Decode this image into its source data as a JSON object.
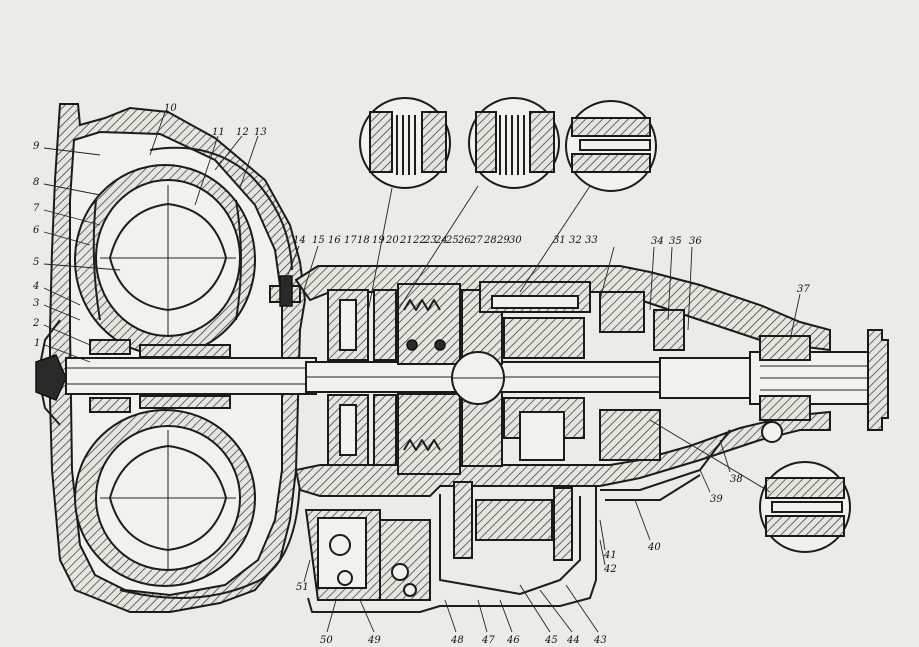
{
  "labels": {
    "n1": "1",
    "n2": "2",
    "n3": "3",
    "n4": "4",
    "n5": "5",
    "n6": "6",
    "n7": "7",
    "n8": "8",
    "n9": "9",
    "n10": "10",
    "n11": "11",
    "n12": "12",
    "n13": "13",
    "n14": "14",
    "n15": "15",
    "n16": "16",
    "n17": "17",
    "n18": "18",
    "n19": "19",
    "n20": "20",
    "n21": "21",
    "n22": "22",
    "n23": "23",
    "n24": "24",
    "n25": "25",
    "n26": "26",
    "n27": "27",
    "n28": "28",
    "n29": "29",
    "n30": "30",
    "n31": "31",
    "n32": "32",
    "n33": "33",
    "n34": "34",
    "n35": "35",
    "n36": "36",
    "n37": "37",
    "n38": "38",
    "n39": "39",
    "n40": "40",
    "n41": "41",
    "n42": "42",
    "n43": "43",
    "n44": "44",
    "n45": "45",
    "n46": "46",
    "n47": "47",
    "n48": "48",
    "n49": "49",
    "n50": "50",
    "n51": "51"
  },
  "colors": {
    "paper": "#ecece6",
    "ink": "#1e1e1e"
  }
}
